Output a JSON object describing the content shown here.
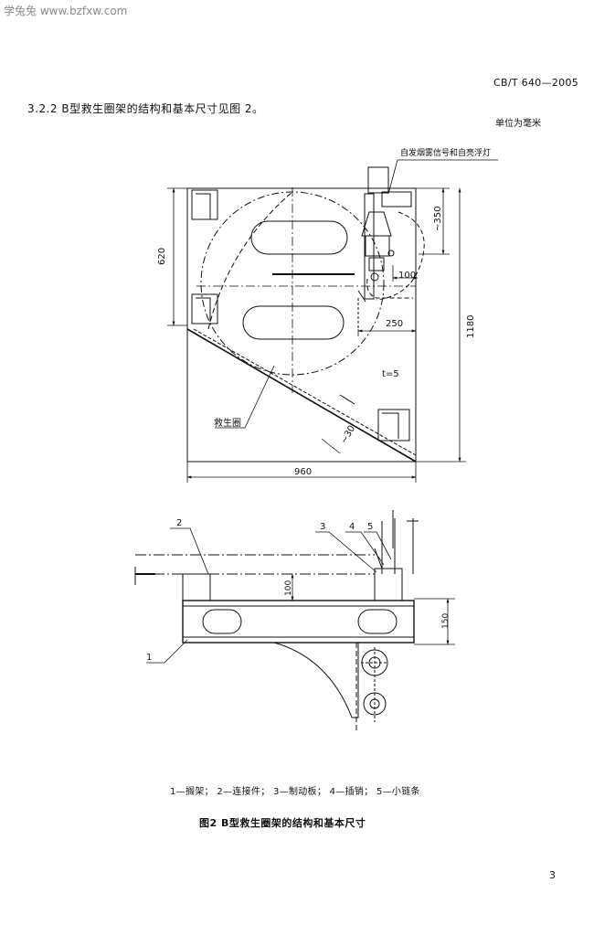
{
  "watermark": "学兔兔 www.bzfxw.com",
  "header": {
    "standard_no": "CB/T 640—2005"
  },
  "section": {
    "text": "3.2.2  B型救生圈架的结构和基本尺寸见图 2。"
  },
  "unit_note": "单位为毫米",
  "figure_top": {
    "callout_lamp": "自发烟雾信号和自亮浮灯",
    "dim_620": "620",
    "dim_350": "~350",
    "dim_100": "100",
    "dim_250": "250",
    "dim_1180": "1180",
    "thickness": "t=5",
    "label_lifebuoy": "救生圈",
    "dim_30": "~30",
    "dim_960": "960"
  },
  "figure_bottom": {
    "callout_2": "2",
    "callout_3": "3",
    "callout_4": "4",
    "callout_5": "5",
    "callout_1": "1",
    "dim_100": "100",
    "dim_150": "150"
  },
  "legend": "1—搁架；  2—连接件；  3—制动板；  4—插销；  5—小链条",
  "caption": "图2   B型救生圈架的结构和基本尺寸",
  "page_number": "3"
}
